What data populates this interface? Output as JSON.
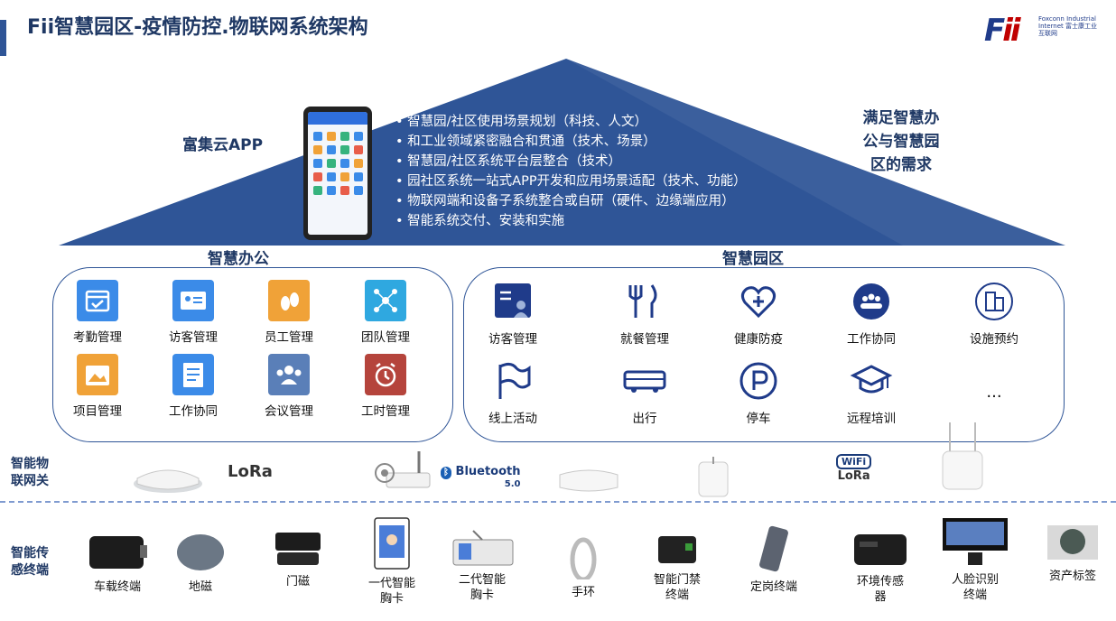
{
  "title": "Fii智慧园区-疫情防控.物联网系统架构",
  "logo": {
    "mark": "Fii",
    "text": "Foxconn Industrial Internet 富士康工业互联网"
  },
  "pyramid": {
    "app_label": "富集云APP",
    "bullets": [
      "智慧园/社区使用场景规划（科技、人文）",
      "和工业领域紧密融合和贯通（技术、场景）",
      "智慧园/社区系统平台层整合（技术）",
      "园社区系统一站式APP开发和应用场景适配（技术、功能）",
      "物联网端和设备子系统整合或自研（硬件、边缘端应用）",
      "智能系统交付、安装和实施"
    ],
    "need_lines": [
      "满足智慧办",
      "公与智慧园",
      "区的需求"
    ]
  },
  "office": {
    "title": "智慧办公",
    "items": [
      {
        "label": "考勤管理",
        "icon": "calendar-check-icon",
        "color": "#3b8be8"
      },
      {
        "label": "访客管理",
        "icon": "id-card-icon",
        "color": "#3b8be8"
      },
      {
        "label": "员工管理",
        "icon": "footprint-icon",
        "color": "#f0a238"
      },
      {
        "label": "团队管理",
        "icon": "network-icon",
        "color": "#2fa8e0"
      },
      {
        "label": "项目管理",
        "icon": "folder-image-icon",
        "color": "#f0a238"
      },
      {
        "label": "工作协同",
        "icon": "document-edit-icon",
        "color": "#3b8be8"
      },
      {
        "label": "会议管理",
        "icon": "people-group-icon",
        "color": "#5a7fb8"
      },
      {
        "label": "工时管理",
        "icon": "alarm-clock-icon",
        "color": "#b5443c"
      }
    ]
  },
  "park": {
    "title": "智慧园区",
    "items": [
      {
        "label": "访客管理",
        "icon": "visitor-card-icon"
      },
      {
        "label": "就餐管理",
        "icon": "fork-knife-icon"
      },
      {
        "label": "健康防疫",
        "icon": "heart-plus-icon"
      },
      {
        "label": "工作协同",
        "icon": "team-circle-icon"
      },
      {
        "label": "设施预约",
        "icon": "building-icon"
      },
      {
        "label": "线上活动",
        "icon": "flag-icon"
      },
      {
        "label": "出行",
        "icon": "bus-icon"
      },
      {
        "label": "停车",
        "icon": "parking-icon"
      },
      {
        "label": "远程培训",
        "icon": "graduation-cap-icon"
      },
      {
        "label": "...",
        "icon": "more-icon"
      }
    ]
  },
  "gateway": {
    "label_lines": [
      "智能物",
      "联网关"
    ],
    "badges": {
      "lora": "LoRa",
      "bluetooth": "Bluetooth",
      "bluetooth_version": "5.0",
      "wifi": "WiFi",
      "lora2": "LoRa"
    }
  },
  "sensors": {
    "label_lines": [
      "智能传",
      "感终端"
    ],
    "devices": [
      {
        "label": "车载终端"
      },
      {
        "label": "地磁"
      },
      {
        "label": "门磁"
      },
      {
        "label": "一代智能胸卡"
      },
      {
        "label": "二代智能胸卡"
      },
      {
        "label": "手环"
      },
      {
        "label": "智能门禁终端"
      },
      {
        "label": "定岗终端"
      },
      {
        "label": "环境传感器"
      },
      {
        "label": "人脸识别终端"
      },
      {
        "label": "资产标签"
      }
    ]
  }
}
